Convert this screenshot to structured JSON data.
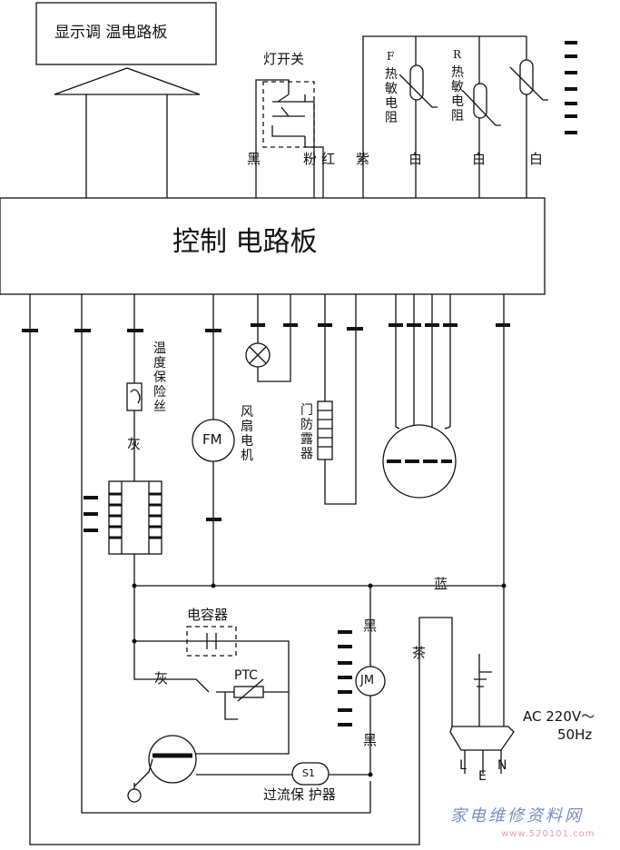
{
  "display_board": {
    "label": "显示调 温电路板"
  },
  "control_board": {
    "label": "控制 电路板"
  },
  "top_components": {
    "light_switch": "灯开关",
    "sensor_f": {
      "letter": "F",
      "label": "热敏电阻"
    },
    "sensor_r": {
      "letter": "R",
      "label": "热敏电阻"
    }
  },
  "top_wire_colors": [
    "黑",
    "粉",
    "红",
    "紫",
    "白",
    "白",
    "白"
  ],
  "bottom_components": {
    "temp_fuse": "温度保险丝",
    "gray_wire": "灰",
    "fan_motor_symbol": "FM",
    "fan_motor_label": "风扇电机",
    "door_heater": "门防露器",
    "blue_wire": "蓝",
    "capacitor": "电容器",
    "gray_wire_2": "灰",
    "ptc": "PTC",
    "black_wire_top": "黑",
    "jm_symbol": "JM",
    "black_wire_bottom": "黑",
    "brown_wire": "茶",
    "overload_protector": "过流保 护器",
    "overload_symbol": "S1",
    "power": {
      "line1": "AC 220V～",
      "line2": "50Hz"
    },
    "plug_pins": [
      "L",
      "E",
      "N"
    ]
  },
  "watermark": {
    "line1": "家电维修资料网",
    "line2": "www.520101.com"
  }
}
